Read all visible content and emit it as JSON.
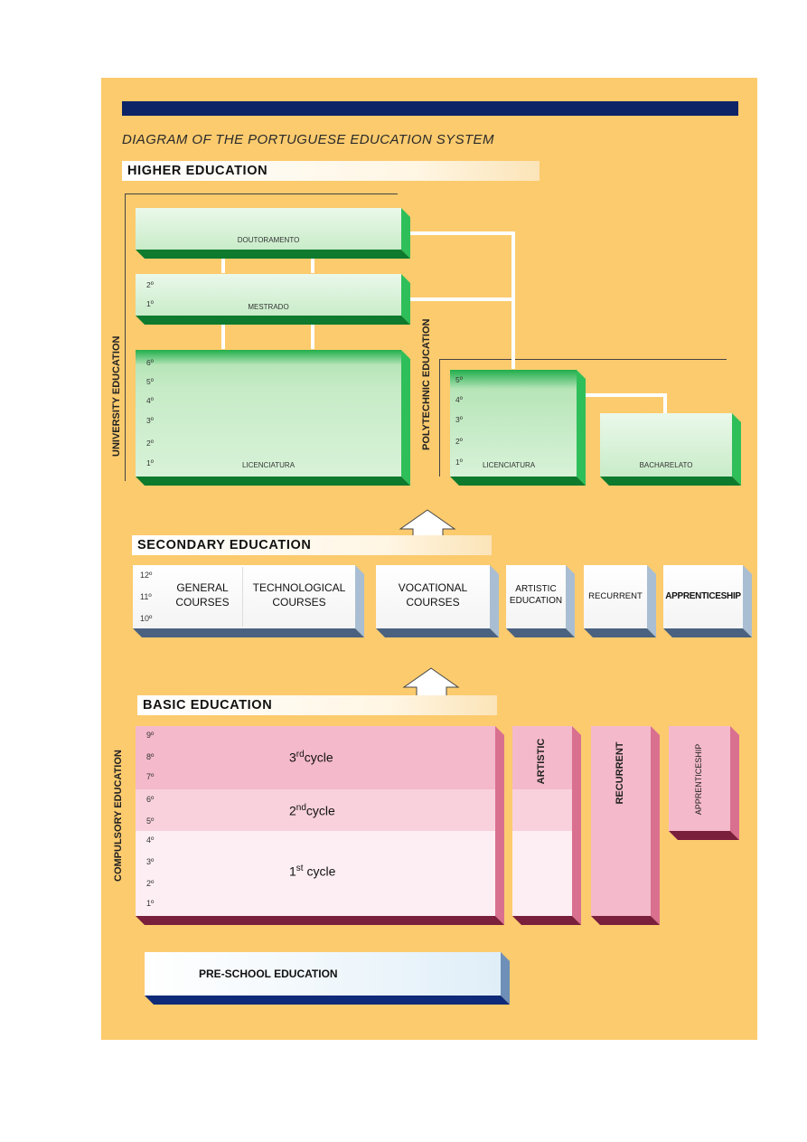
{
  "title": "DIAGRAM OF THE PORTUGUESE EDUCATION SYSTEM",
  "higher": {
    "banner": "HIGHER EDUCATION",
    "university_label": "UNIVERSITY EDUCATION",
    "polytechnic_label": "POLYTECHNIC EDUCATION",
    "doutoramento": "DOUTORAMENTO",
    "mestrado": "MESTRADO",
    "mestrado_years": [
      "2º",
      "1º"
    ],
    "licenciatura": "LICENCIATURA",
    "uni_years": [
      "6º",
      "5º",
      "4º",
      "3º",
      "2º",
      "1º"
    ],
    "poly_licenciatura": "LICENCIATURA",
    "poly_years": [
      "5º",
      "4º",
      "3º",
      "2º",
      "1º"
    ],
    "bacharelato": "BACHARELATO"
  },
  "secondary": {
    "banner": "SECONDARY EDUCATION",
    "years": [
      "12º",
      "11º",
      "10º"
    ],
    "general": [
      "GENERAL",
      "COURSES"
    ],
    "technological": [
      "TECHNOLOGICAL",
      "COURSES"
    ],
    "vocational": [
      "VOCATIONAL",
      "COURSES"
    ],
    "artistic": [
      "ARTISTIC",
      "EDUCATION"
    ],
    "recurrent": "RECURRENT",
    "apprenticeship": "APPRENTICESHIP"
  },
  "basic": {
    "banner": "BASIC EDUCATION",
    "compulsory_label": "COMPULSORY EDUCATION",
    "years": [
      "9º",
      "8º",
      "7º",
      "6º",
      "5º",
      "4º",
      "3º",
      "2º",
      "1º"
    ],
    "cycle3": {
      "num": "3",
      "sup": "rd",
      "word": "cycle"
    },
    "cycle2": {
      "num": "2",
      "sup": "nd",
      "word": "cycle"
    },
    "cycle1": {
      "num": "1",
      "sup": "st",
      "word": "cycle"
    },
    "artistic": "ARTISTIC",
    "recurrent": "RECURRENT",
    "apprenticeship": "APPRENTICESHIP"
  },
  "preschool": "PRE-SCHOOL EDUCATION",
  "colors": {
    "background": "#fccb6e",
    "title_bar": "#0d2466",
    "higher_green": "#2fbf5a",
    "basic_pink": "#f5c4d3",
    "preschool_blue": "#0f2a78"
  }
}
